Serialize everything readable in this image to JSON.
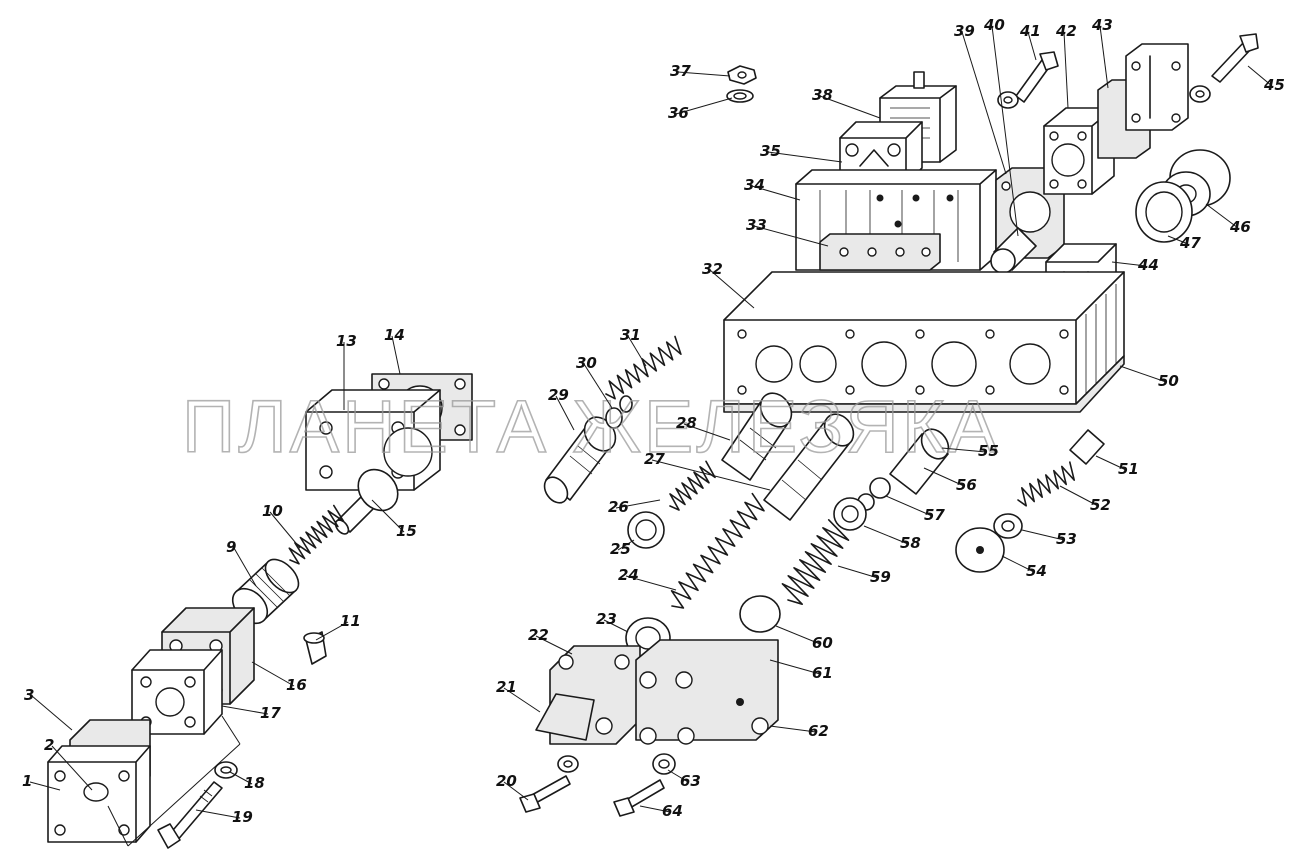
{
  "watermark": "ПЛАНЕТА ЖЕЛЕЗЯКА",
  "callouts": [
    "1",
    "2",
    "3",
    "9",
    "10",
    "11",
    "13",
    "14",
    "15",
    "16",
    "17",
    "18",
    "19",
    "20",
    "21",
    "22",
    "23",
    "24",
    "25",
    "26",
    "27",
    "28",
    "29",
    "30",
    "31",
    "32",
    "33",
    "34",
    "35",
    "36",
    "37",
    "38",
    "39",
    "40",
    "41",
    "42",
    "43",
    "44",
    "45",
    "46",
    "47",
    "50",
    "51",
    "52",
    "53",
    "54",
    "55",
    "56",
    "57",
    "58",
    "59",
    "60",
    "61",
    "62",
    "63",
    "64"
  ]
}
